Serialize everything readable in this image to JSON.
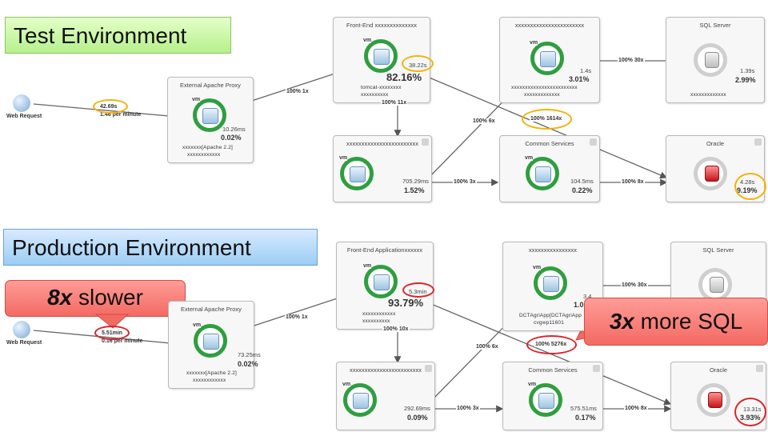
{
  "test": {
    "banner": "Test Environment",
    "web_request": {
      "label": "Web Request",
      "time": "42.69s",
      "rate": "1.46 per minute"
    },
    "proxy": {
      "title": "External Apache Proxy",
      "time": "10.26ms",
      "pct": "0.02%",
      "sub": "xxxxxxx[Apache 2.2]",
      "sub2": "xxxxxxxxxxxx"
    },
    "frontend": {
      "title": "Front-End xxxxxxxxxxxxxx",
      "time": "38.22s",
      "pct": "82.16%",
      "sub": "tomcat-xxxxxxxx",
      "sub2": "xxxxxxxxxx"
    },
    "java_node": {
      "title": "xxxxxxxxxxxxxxxxxxxxxxx",
      "time": "1.4s",
      "pct": "3.01%",
      "sub": "xxxxxxxxxxxxxxxxxxxxxxxx",
      "sub2": "xxxxxxxxxxxxx"
    },
    "sql": {
      "title": "SQL Server",
      "time": "1.39s",
      "pct": "2.99%",
      "sub": "xxxxxxxxxxxxx"
    },
    "bottom_left": {
      "title": "xxxxxxxxxxxxxxxxxxxxxxxx",
      "time": "705.29ms",
      "pct": "1.52%"
    },
    "common": {
      "title": "Common Services",
      "time": "104.5ms",
      "pct": "0.22%"
    },
    "oracle": {
      "title": "Oracle",
      "time": "4.28s",
      "pct": "9.19%"
    },
    "edges": {
      "web_proxy": "",
      "proxy_frontend": "100% 1x",
      "frontend_down": "100% 11x",
      "frontend_oracle": "100% 1614x",
      "bottom_java": "100% 6x",
      "bottom_common": "100% 3x",
      "common_oracle": "100% 8x",
      "java_sql": "100% 30x"
    }
  },
  "prod": {
    "banner": "Production Environment",
    "callout_left": {
      "bold": "8x",
      "rest": " slower"
    },
    "callout_right": {
      "bold": "3x",
      "rest": " more SQL"
    },
    "web_request": {
      "label": "Web Request",
      "time": "5.51min",
      "rate": "0.16 per minute"
    },
    "proxy": {
      "title": "External Apache Proxy",
      "time": "73.25ms",
      "pct": "0.02%",
      "sub": "xxxxxxx[Apache 2.2]",
      "sub2": "xxxxxxxxxxxx"
    },
    "frontend": {
      "title": "Front-End Applicationxxxxxx",
      "time": "5.3min",
      "pct": "93.79%",
      "sub": "xxxxxxxxxxxx",
      "sub2": "xxxxxxxxxx"
    },
    "java_node": {
      "title": "xxxxxxxxxxxxxxxx",
      "time": "3.4",
      "pct": "1.0",
      "sub": "DCTAgriApp[DCTAgriApp",
      "sub2": "cvgwp11601"
    },
    "sql": {
      "title": "SQL Server",
      "time": "",
      "pct": ""
    },
    "bottom_left": {
      "title": "xxxxxxxxxxxxxxxxxxxxxxxx",
      "time": "292.69ms",
      "pct": "0.09%"
    },
    "common": {
      "title": "Common Services",
      "time": "575.51ms",
      "pct": "0.17%"
    },
    "oracle": {
      "title": "Oracle",
      "time": "13.31s",
      "pct": "3.93%"
    },
    "edges": {
      "proxy_frontend": "100% 1x",
      "frontend_down": "100% 10x",
      "frontend_oracle": "100% 5276x",
      "bottom_java": "100% 6x",
      "bottom_common": "100% 3x",
      "common_oracle": "100% 8x",
      "java_sql": "100% 30x"
    }
  },
  "colors": {
    "highlight_test": "#f2b30a",
    "highlight_prod": "#d8262b",
    "ring": "#2f9e3f"
  }
}
